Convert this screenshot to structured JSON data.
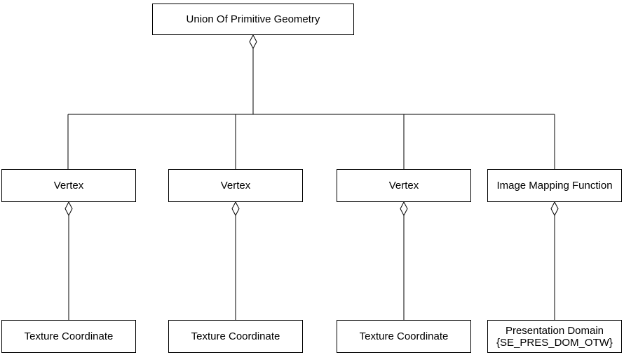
{
  "root": {
    "label": "Union Of Primitive Geometry"
  },
  "children": [
    {
      "label": "Vertex"
    },
    {
      "label": "Vertex"
    },
    {
      "label": "Vertex"
    },
    {
      "label": "Image Mapping Function"
    }
  ],
  "grandchildren": [
    {
      "label": "Texture Coordinate"
    },
    {
      "label": "Texture Coordinate"
    },
    {
      "label": "Texture Coordinate"
    },
    {
      "label_line1": "Presentation Domain",
      "label_line2": "{SE_PRES_DOM_OTW}"
    }
  ],
  "connector_style": {
    "aggregation_marker": "hollow-diamond"
  },
  "colors": {
    "background": "#ffffff",
    "line": "#000000",
    "box_border": "#000000",
    "box_fill": "#ffffff",
    "text": "#000000"
  }
}
